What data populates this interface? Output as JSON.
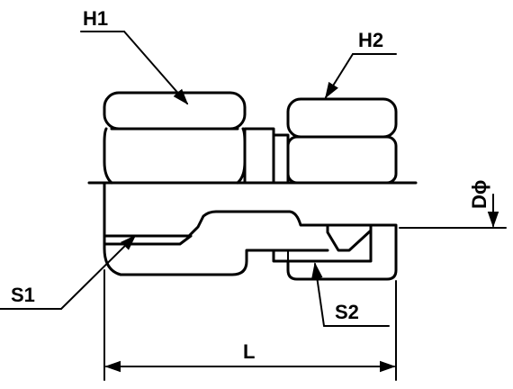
{
  "labels": {
    "h1": "H1",
    "h2": "H2",
    "s1": "S1",
    "s2": "S2",
    "l": "L",
    "d": "Dϕ"
  }
}
